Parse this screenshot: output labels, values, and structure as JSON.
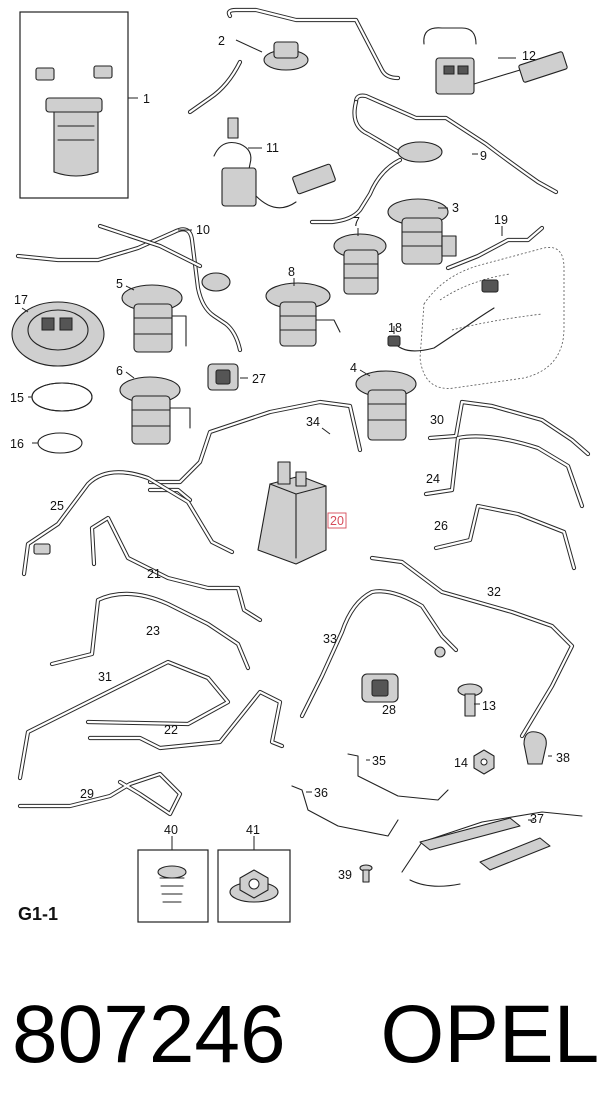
{
  "diagram_code": "G1-1",
  "footer": {
    "part_number": "807246",
    "brand": "OPEL"
  },
  "highlight_color": "#d64b5a",
  "callouts": {
    "c1": "1",
    "c2": "2",
    "c3": "3",
    "c4": "4",
    "c5": "5",
    "c6": "6",
    "c7": "7",
    "c8": "8",
    "c9": "9",
    "c10": "10",
    "c11": "11",
    "c12": "12",
    "c13": "13",
    "c14": "14",
    "c15": "15",
    "c16": "16",
    "c17": "17",
    "c18": "18",
    "c19": "19",
    "c20": "20",
    "c21": "21",
    "c22": "22",
    "c23": "23",
    "c24": "24",
    "c25": "25",
    "c26": "26",
    "c27": "27",
    "c28a": "28",
    "c28b": "28",
    "c29": "29",
    "c30": "30",
    "c31": "31",
    "c32": "32",
    "c33": "33",
    "c34": "34",
    "c35": "35",
    "c36": "36",
    "c37": "37",
    "c38": "38",
    "c39": "39",
    "c40": "40",
    "c41": "41"
  }
}
